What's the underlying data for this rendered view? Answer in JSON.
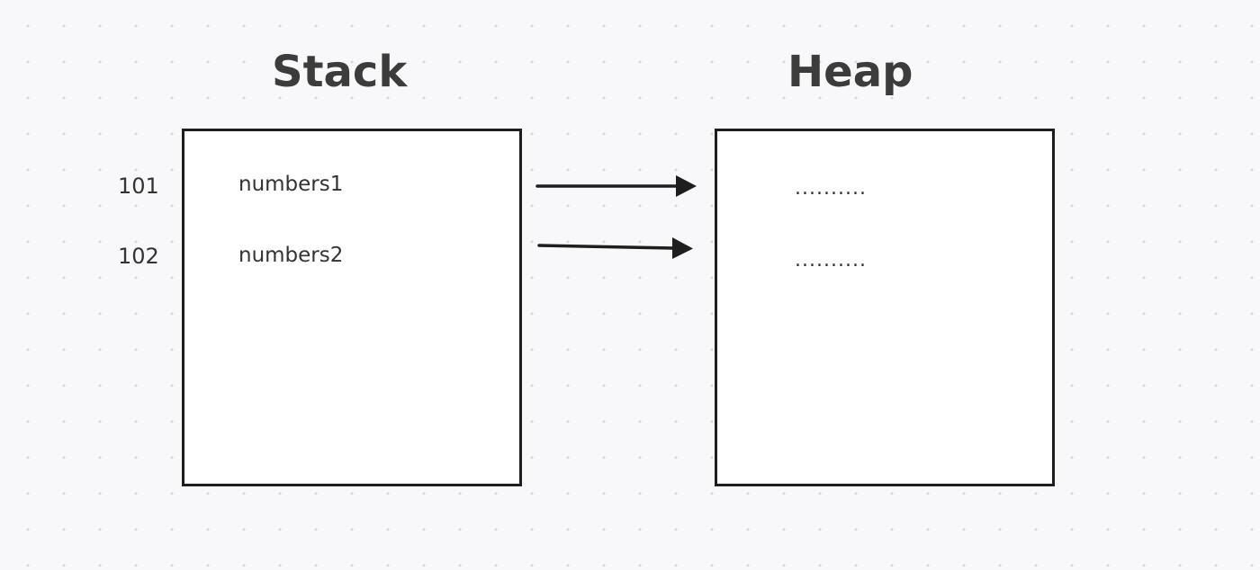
{
  "stack": {
    "title": "Stack",
    "addresses": [
      "101",
      "102"
    ],
    "variables": [
      "numbers1",
      "numbers2"
    ]
  },
  "heap": {
    "title": "Heap",
    "entries": [
      "..........",
      ".........."
    ]
  },
  "colors": {
    "background": "#f8f8fa",
    "box_border": "#1e1e1e",
    "arrow": "#1e1e1e",
    "text": "#333333"
  }
}
